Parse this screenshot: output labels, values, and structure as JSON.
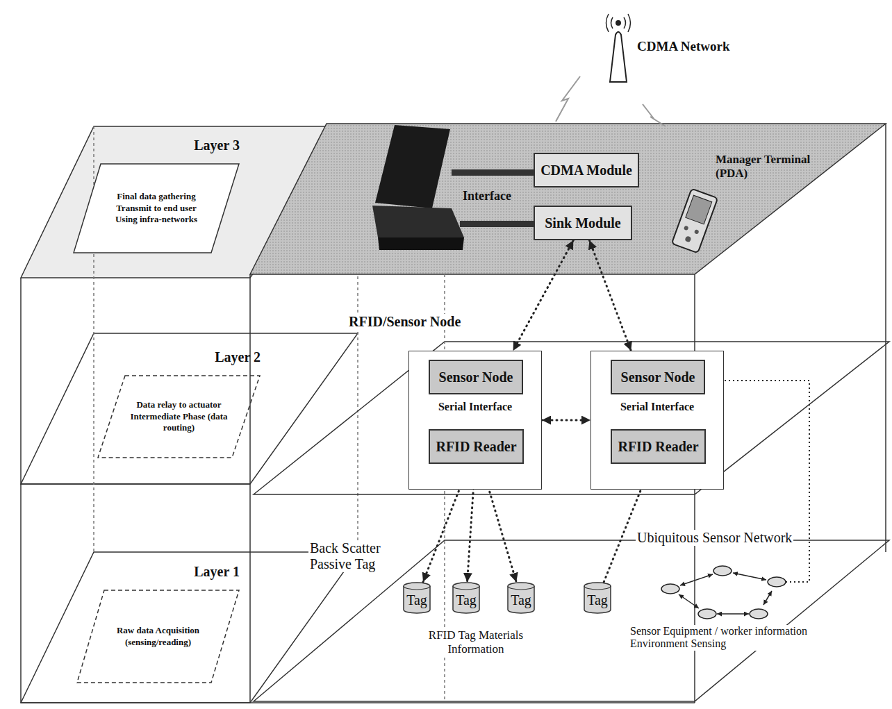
{
  "diagram": {
    "nodes": [
      {
        "text": [
          "Layer 3",
          "Final data gathering Transmit to end user Using infra-networks"
        ]
      },
      {
        "text": [
          "CDMA Module"
        ]
      },
      {
        "text": [
          "Sink Module"
        ]
      },
      {
        "text": [
          "Layer 2",
          "Data relay to actuator Intermediate Phase (data routing)"
        ]
      },
      {
        "text": [
          "Serial Interface"
        ]
      },
      {
        "text": [
          "Sensor Node"
        ],
        "in": 4
      },
      {
        "text": [
          "RFID Reader"
        ],
        "in": 4
      },
      {
        "text": [
          "Serial Interface"
        ]
      },
      {
        "text": [
          "Sensor Node"
        ],
        "in": 7
      },
      {
        "text": [
          "RFID Reader"
        ],
        "in": 7
      },
      {
        "text": [
          "Layer 1",
          "Raw data Acquisition (sensing/reading)"
        ]
      },
      {
        "text": [
          "Tag"
        ]
      },
      {
        "text": [
          "Tag"
        ]
      },
      {
        "text": [
          "Tag"
        ]
      },
      {
        "text": [
          "Tag"
        ]
      }
    ],
    "edges": [
      {
        "from": 2,
        "to": 4,
        "arrow": "both"
      },
      {
        "from": 2,
        "to": 7,
        "arrow": "both"
      },
      {
        "from": 4,
        "to": 7,
        "arrow": "both"
      },
      {
        "from": 6,
        "to": 11,
        "arrow": "to"
      },
      {
        "from": 6,
        "to": 12,
        "arrow": "to"
      },
      {
        "from": 6,
        "to": 13,
        "arrow": "to"
      },
      {
        "from": 14,
        "to": 9,
        "arrow": "to"
      }
    ],
    "labels": [
      "CDMA Network",
      "Interface",
      "Manager Terminal (PDA)",
      "RFID/Sensor Node",
      "Back Scatter Passive Tag",
      "Ubiquitous Sensor Network",
      "RFID Tag Materials Information",
      "Sensor Equipment / worker information Environment Sensing"
    ]
  }
}
